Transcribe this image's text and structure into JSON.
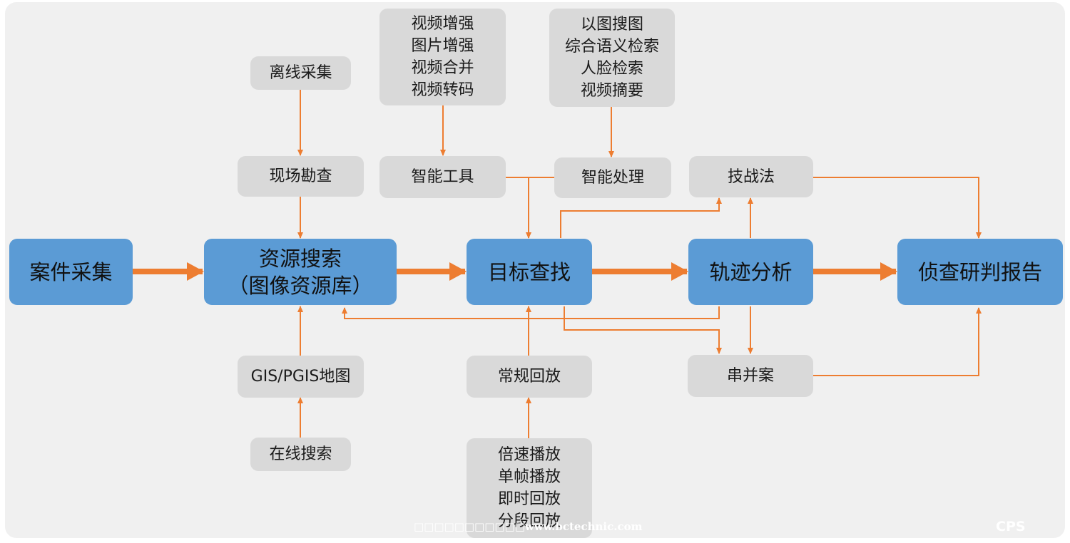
{
  "colors": {
    "panel": "#f0f0f0",
    "primary_box": "#5b9bd5",
    "secondary_box": "#d9d9d9",
    "arrow": "#ed7d31"
  },
  "nodes": {
    "case_collection": "案件采集",
    "resource_search": [
      "资源搜索",
      "（图像资源库）"
    ],
    "target_search": "目标查找",
    "trajectory_analysis": "轨迹分析",
    "investigation_report": "侦查研判报告",
    "offline_collection": "离线采集",
    "site_survey": "现场勘查",
    "gis_map": "GIS/PGIS地图",
    "online_search": "在线搜索",
    "video_tools_list": [
      "视频增强",
      "图片增强",
      "视频合并",
      "视频转码"
    ],
    "smart_tools": "智能工具",
    "image_search_list": [
      "以图搜图",
      "综合语义检索",
      "人脸检索",
      "视频摘要"
    ],
    "smart_processing": "智能处理",
    "regular_playback": "常规回放",
    "playback_modes": [
      "倍速播放",
      "单帧播放",
      "即时回放",
      "分段回放"
    ],
    "tactics": "技战法",
    "case_merge": "串并案"
  },
  "watermark": {
    "text": "□□□□□□□□□□□www.bctechnic.com",
    "logo": "CPS"
  }
}
